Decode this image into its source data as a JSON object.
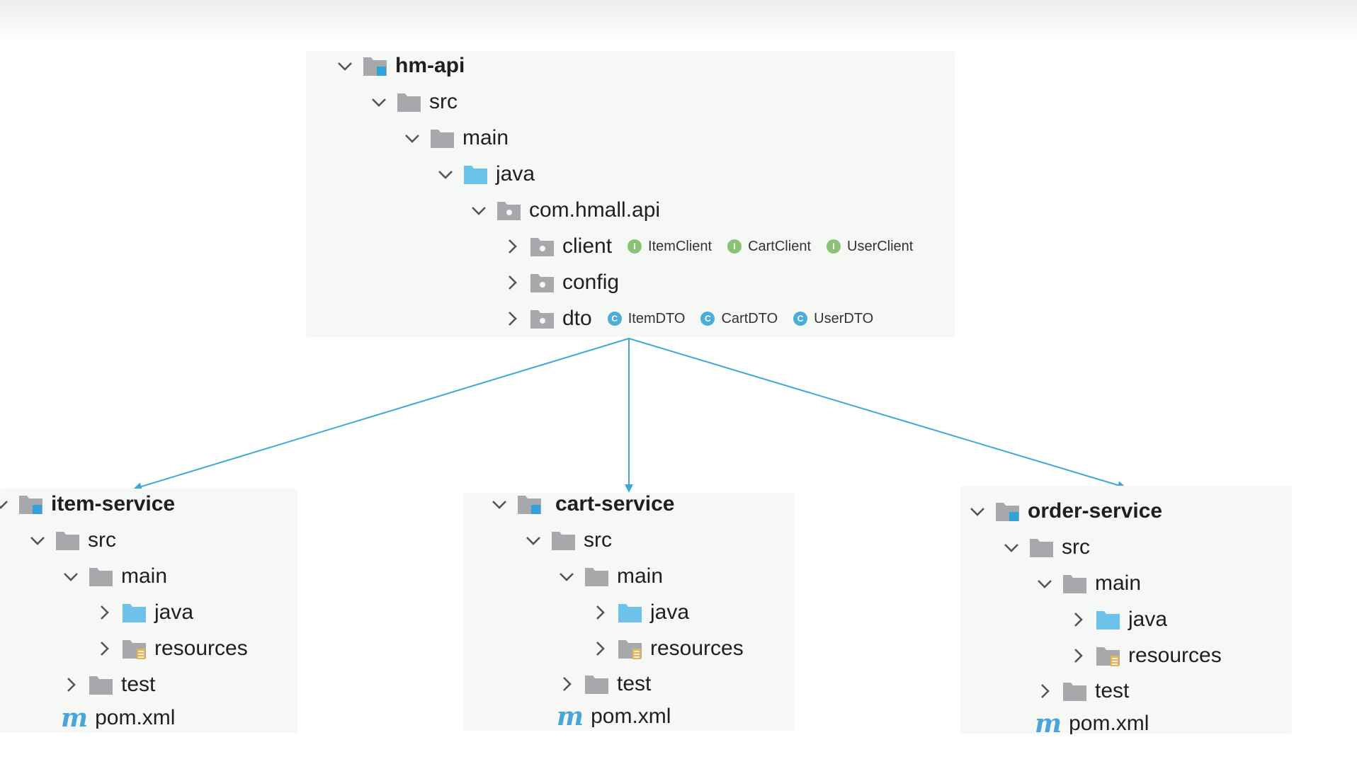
{
  "hm_api": {
    "module": "hm-api",
    "src": "src",
    "main": "main",
    "java": "java",
    "package": "com.hmall.api",
    "client": "client",
    "config": "config",
    "dto": "dto",
    "client_items": [
      "ItemClient",
      "CartClient",
      "UserClient"
    ],
    "dto_items": [
      "ItemDTO",
      "CartDTO",
      "UserDTO"
    ],
    "interface_letter": "I",
    "class_letter": "C"
  },
  "services": [
    {
      "module": "item-service",
      "src": "src",
      "main": "main",
      "java": "java",
      "resources": "resources",
      "test": "test",
      "pom": "pom.xml",
      "pom_icon": "m"
    },
    {
      "module": "cart-service",
      "src": "src",
      "main": "main",
      "java": "java",
      "resources": "resources",
      "test": "test",
      "pom": "pom.xml",
      "pom_icon": "m"
    },
    {
      "module": "order-service",
      "src": "src",
      "main": "main",
      "java": "java",
      "resources": "resources",
      "test": "test",
      "pom": "pom.xml",
      "pom_icon": "m"
    }
  ],
  "colors": {
    "folder_gray": "#a6a8ab",
    "folder_blue": "#6cc2ea",
    "module_badge": "#2ea3dc",
    "resources_badge": "#e2b55c",
    "arrow": "#3fa9d6",
    "panel_bg": "#f6f8f5"
  }
}
